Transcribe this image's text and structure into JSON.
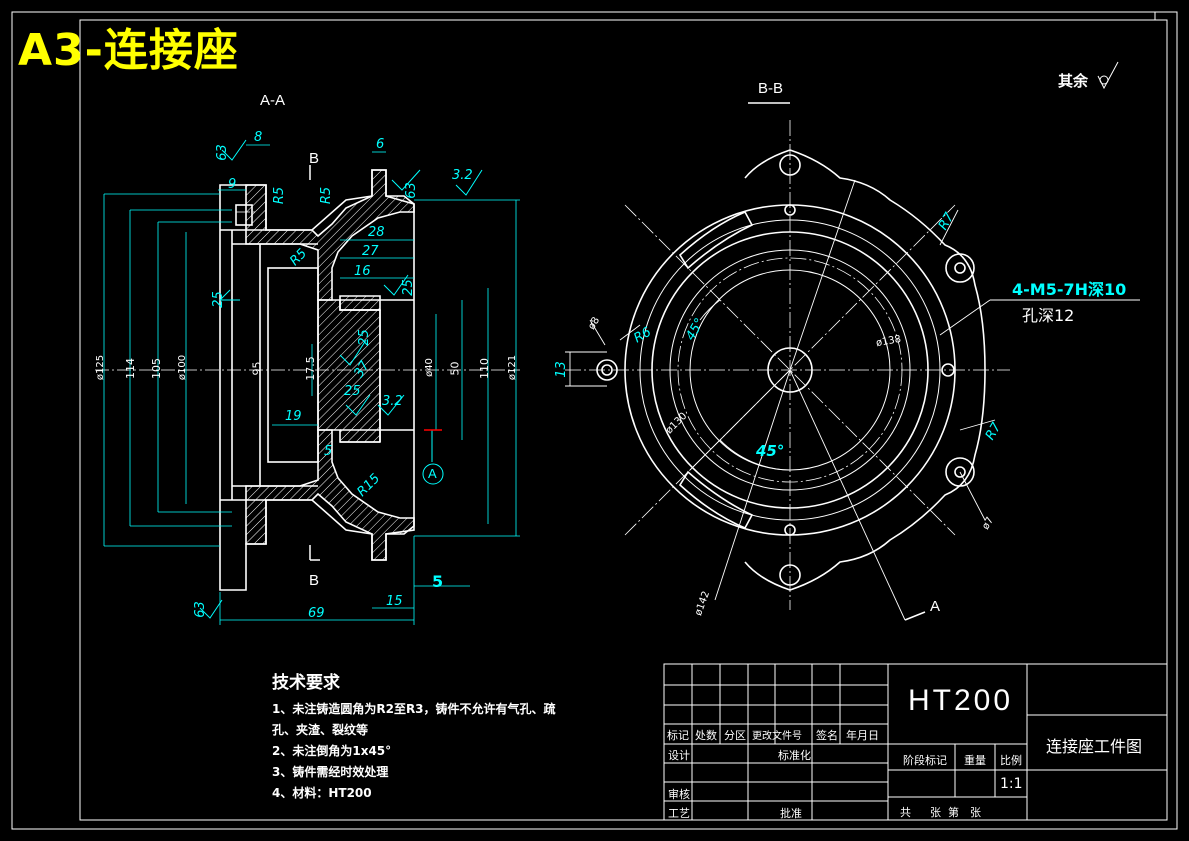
{
  "sheet": {
    "title": "A3-连接座",
    "roughness_other": "其余"
  },
  "views": {
    "section_aa": "A-A",
    "section_bb": "B-B",
    "cut_mark_b_top": "B",
    "cut_mark_b_bottom": "B",
    "datum_a": "A",
    "cut_mark_a": "A"
  },
  "dimensions": {
    "section_aa": [
      "8",
      "9",
      "R5",
      "R5",
      "6",
      "63",
      "3.2",
      "28",
      "27",
      "16",
      "25",
      "R5",
      "25",
      "95",
      "17.5",
      "37",
      "25",
      "25",
      "19",
      "3.2",
      "5",
      "R15",
      "ø125",
      "114",
      "105",
      "ø100",
      "ø40",
      "50",
      "110",
      "ø121",
      "69",
      "15",
      "5",
      "63",
      "63"
    ],
    "section_bb": [
      "R7",
      "R7",
      "R6",
      "13",
      "45°",
      "45°",
      "ø138",
      "ø130",
      "ø142",
      "ø7",
      "ø8"
    ]
  },
  "callouts": {
    "thread": "4-M5-7H深10",
    "hole_depth": "孔深12"
  },
  "technical_requirements": {
    "heading": "技术要求",
    "items": [
      "1、未注铸造圆角为R2至R3，铸件不允许有气孔、疏",
      "孔、夹渣、裂纹等",
      "2、未注倒角为1x45°",
      "3、铸件需经时效处理",
      "4、材料：HT200"
    ]
  },
  "title_block": {
    "material": "HT200",
    "drawing_name": "连接座工件图",
    "revision_headers": [
      "标记",
      "处数",
      "分区",
      "更改文件号",
      "签名",
      "年月日"
    ],
    "design": "设计",
    "standardization": "标准化",
    "review": "审核",
    "process": "工艺",
    "approve": "批准",
    "stage_mark": "阶段标记",
    "weight": "重量",
    "scale_label": "比例",
    "scale_value": "1:1",
    "sheets_total": "共",
    "sheets_unit1": "张",
    "sheet_no": "第",
    "sheets_unit2": "张"
  },
  "colors": {
    "background": "#000000",
    "outline": "#ffffff",
    "dimension": "#00ffff",
    "title": "#ffff00",
    "centerline": "#ff0000"
  }
}
